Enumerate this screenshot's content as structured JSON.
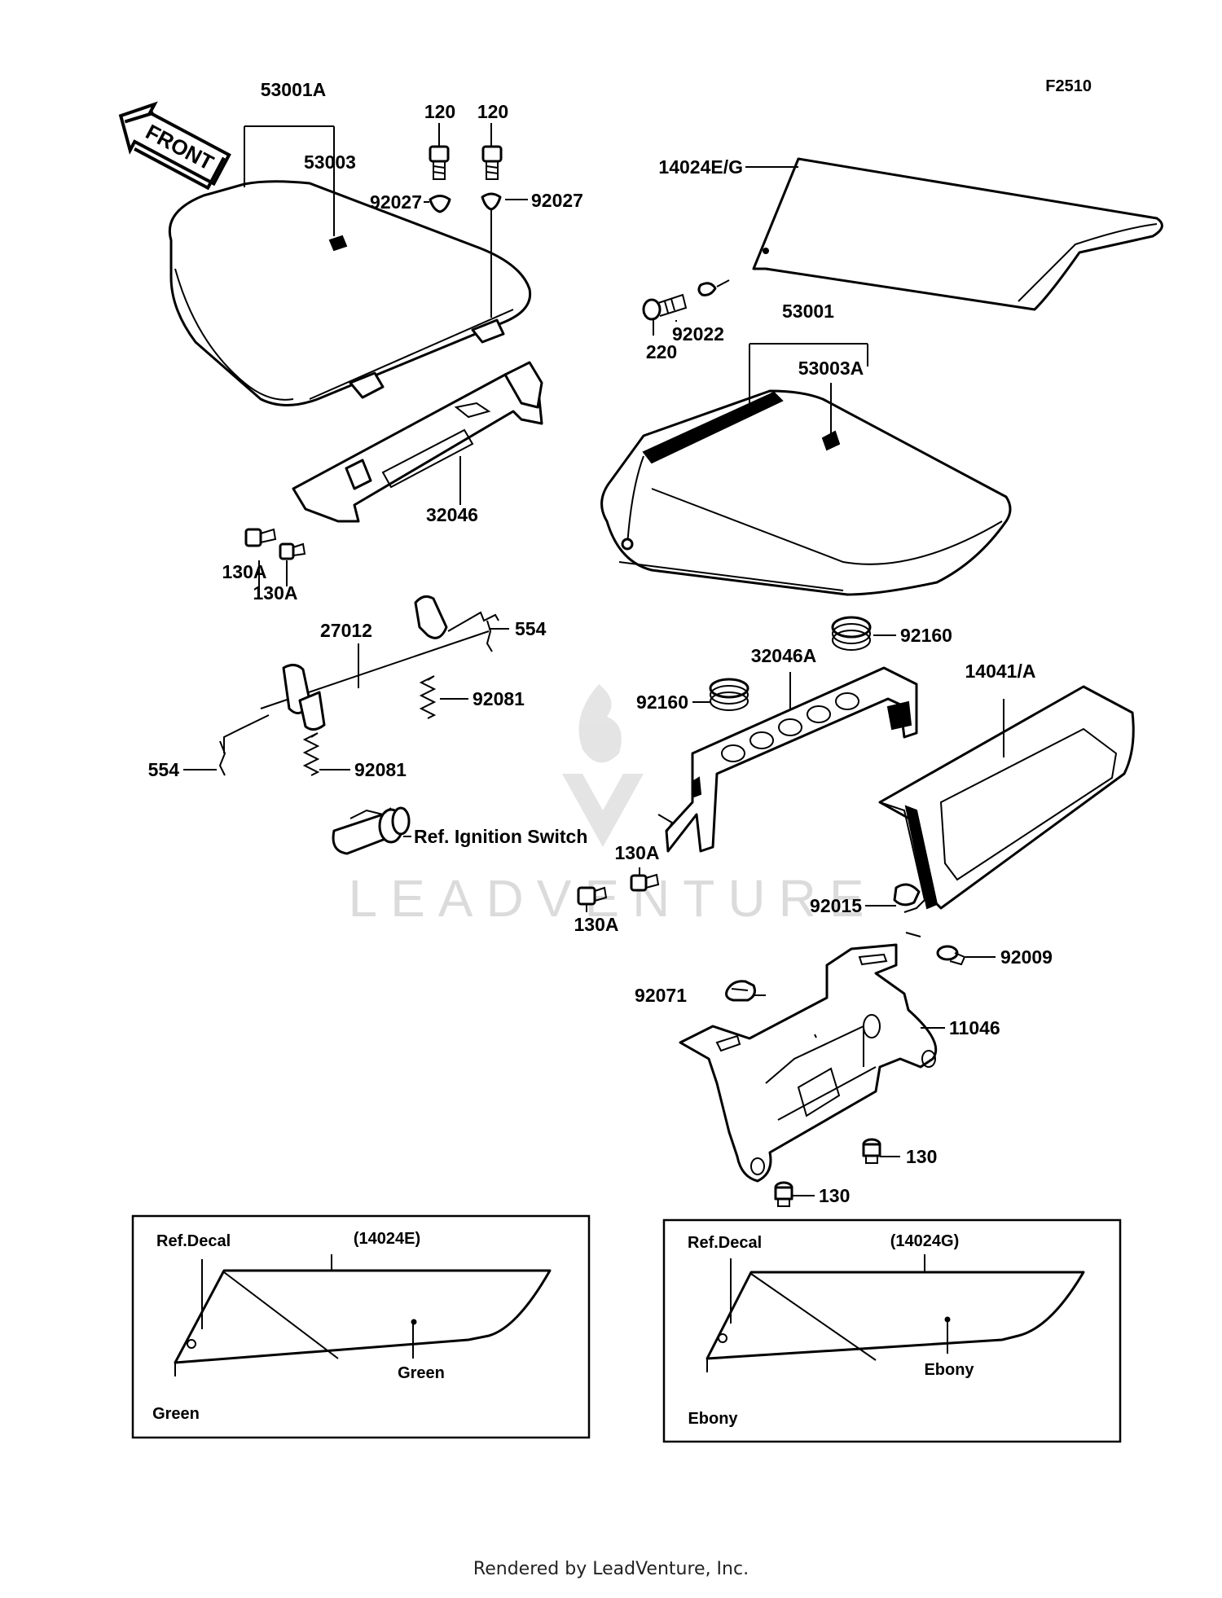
{
  "figure_code": "F2510",
  "watermark": "LEADVENTURE",
  "footer": "Rendered by LeadVenture, Inc.",
  "front_label": "FRONT",
  "labels": {
    "p53001A": "53001A",
    "p53003": "53003",
    "p120a": "120",
    "p120b": "120",
    "p92027a": "92027",
    "p92027b": "92027",
    "p14024EG": "14024E/G",
    "p92022": "92022",
    "p220": "220",
    "p53001": "53001",
    "p53003A": "53003A",
    "p32046": "32046",
    "p130Aa": "130A",
    "p130Ab": "130A",
    "p27012": "27012",
    "p554a": "554",
    "p92081a": "92081",
    "p554b": "554",
    "p92081b": "92081",
    "ignition": "Ref. Ignition Switch",
    "p92160a": "92160",
    "p32046A": "32046A",
    "p14041A": "14041/A",
    "p92160b": "92160",
    "p130Ac": "130A",
    "p130Ad": "130A",
    "p92015": "92015",
    "p92009": "92009",
    "p92071": "92071",
    "p11046": "11046",
    "p130a": "130",
    "p130b": "130"
  },
  "inset_left": {
    "ref": "Ref.Decal",
    "part": "(14024E)",
    "color_main": "Green",
    "color_tip": "Green"
  },
  "inset_right": {
    "ref": "Ref.Decal",
    "part": "(14024G)",
    "color_main": "Ebony",
    "color_tip": "Ebony"
  }
}
